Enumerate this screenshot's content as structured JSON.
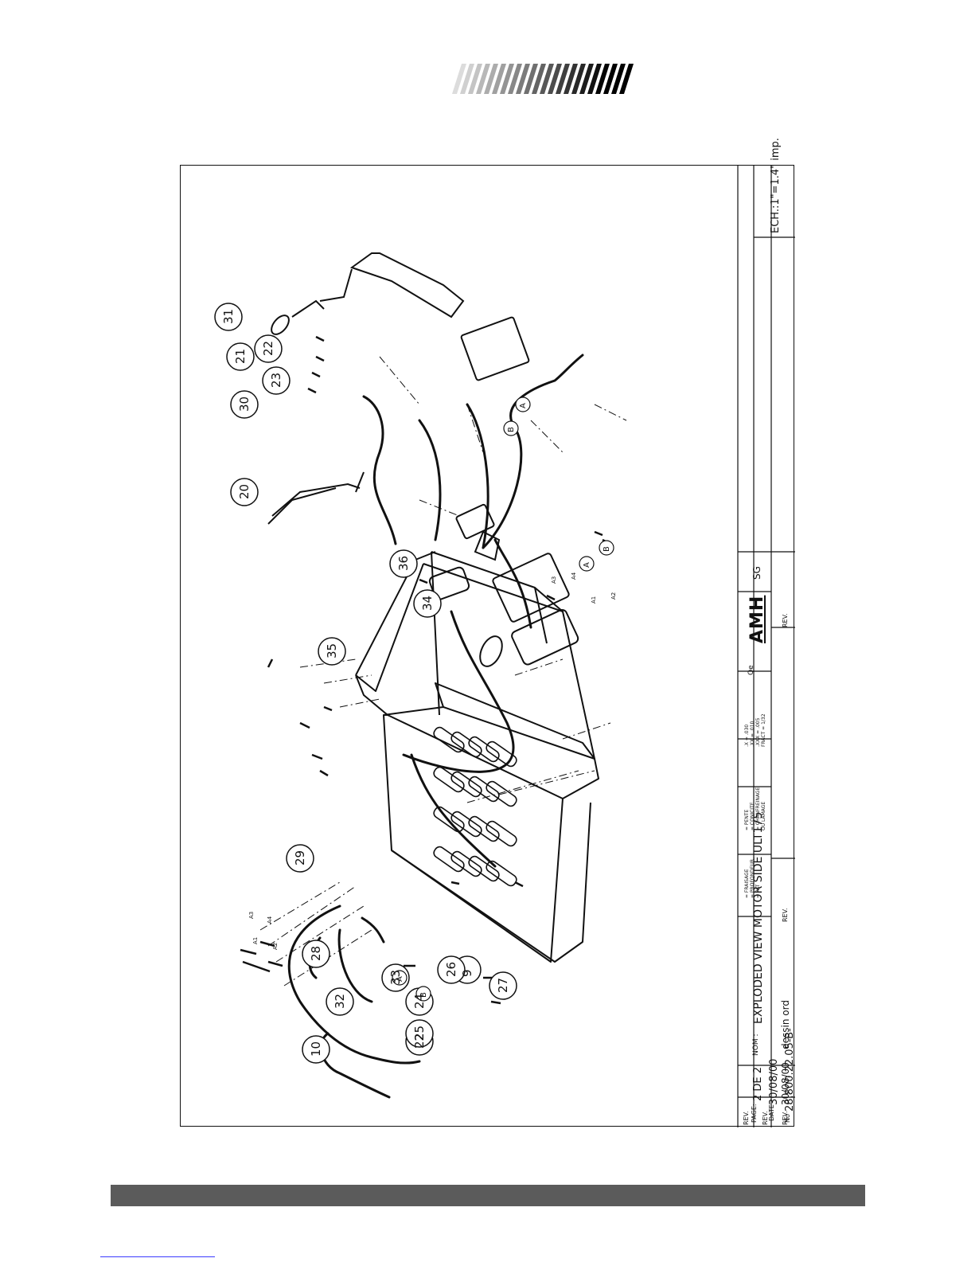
{
  "title_block": {
    "nom_label": "NOM :",
    "title": "EXPLODED VIEW MOTOR SIDE ULT175",
    "page_label": "PAGE:",
    "page_value": "2 DE 2",
    "date_label": "DATE",
    "date_value": "30/08/00",
    "scale_value": "ECH.:1\"=1.4\" imp.",
    "number_label": "No",
    "number_value": "28.800.22.05-B-",
    "brand": "AMH",
    "sg": "SG",
    "qe": "Qe",
    "tolerances": [
      ".X = .030",
      ".XX = .010",
      ".XXX = .005",
      "FRACT = 1/32"
    ],
    "symbols_a": [
      "= FRAISAGE",
      "= PROFONDEUR",
      "= PAT"
    ],
    "symbols_b": [
      "= PENTE",
      "= CONICITE",
      "= CHANFREINAGE",
      "OU LAMAGE"
    ],
    "rev_label": "REV.",
    "rev_date": "30/08/00",
    "rev_note": "dessin ord"
  },
  "callouts": [
    "9",
    "10",
    "20",
    "21",
    "22",
    "22",
    "23",
    "24",
    "25",
    "26",
    "27",
    "28",
    "29",
    "30",
    "31",
    "32",
    "33",
    "34",
    "35",
    "36"
  ],
  "markers": [
    "A",
    "B",
    "A",
    "B",
    "A",
    "B"
  ],
  "small_tags": [
    "A1",
    "A2",
    "A3",
    "A4"
  ]
}
